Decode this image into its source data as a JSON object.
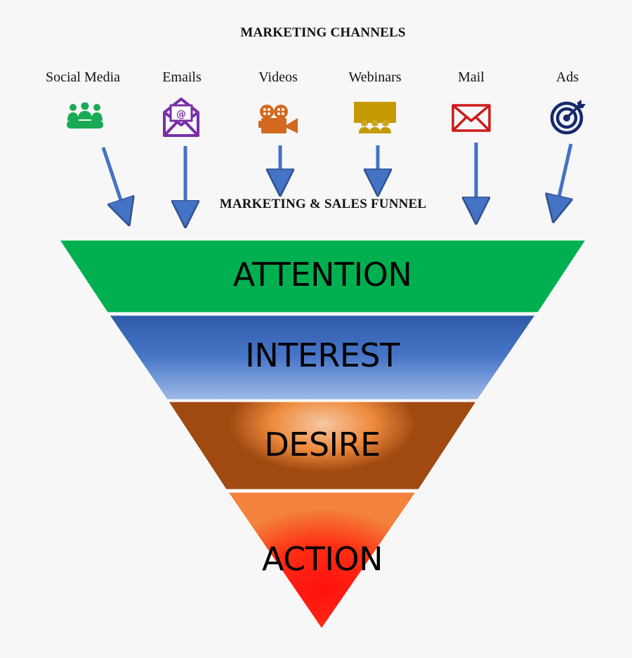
{
  "title": "MARKETING CHANNELS",
  "subtitle": "MARKETING & SALES FUNNEL",
  "channels": [
    {
      "label": "Social Media",
      "icon": "group-people-icon",
      "color": "#1aaa55"
    },
    {
      "label": "Emails",
      "icon": "email-envelope-icon",
      "color": "#7a2ea8"
    },
    {
      "label": "Videos",
      "icon": "video-camera-icon",
      "color": "#d2691e"
    },
    {
      "label": "Webinars",
      "icon": "presentation-audience-icon",
      "color": "#c49a00"
    },
    {
      "label": "Mail",
      "icon": "mail-envelope-icon",
      "color": "#d01818"
    },
    {
      "label": "Ads",
      "icon": "target-icon",
      "color": "#17296e"
    }
  ],
  "funnel": [
    {
      "label": "ATTENTION",
      "color": "#00b050"
    },
    {
      "label": "INTEREST",
      "color": "#3a67b8"
    },
    {
      "label": "DESIRE",
      "color": "#e07a30"
    },
    {
      "label": "ACTION",
      "color": "#ff2a10"
    }
  ],
  "arrow_color": "#4472c4"
}
